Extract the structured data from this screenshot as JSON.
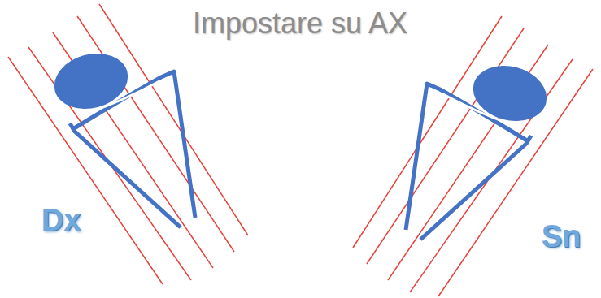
{
  "diagram": {
    "title": "Impostare su AX",
    "labels": [
      "Dx",
      "Sn"
    ]
  }
}
